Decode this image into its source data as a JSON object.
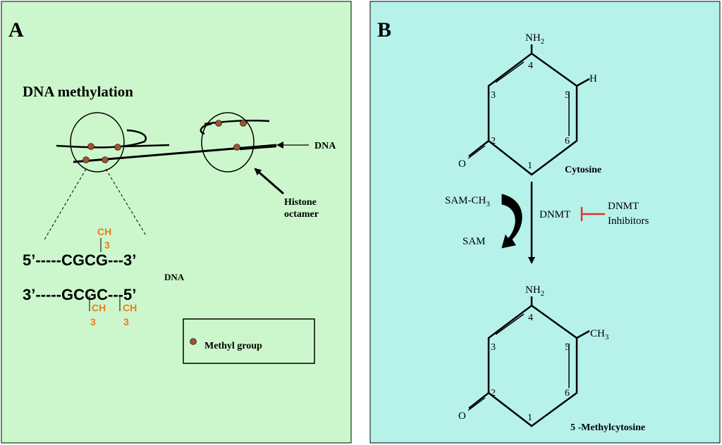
{
  "colors": {
    "panel_a_bg": "#ccf7cc",
    "panel_b_bg": "#b6f2ea",
    "ink": "#000000",
    "methyl_label": "#f07a1a",
    "methyl_dot": "#a0522d",
    "inhibition": "#e03030"
  },
  "panel_a": {
    "letter": "A",
    "title": "DNA methylation",
    "dna_label": "DNA",
    "histone_label_1": "Histone",
    "histone_label_2": "octamer",
    "top_strand": {
      "five": "5’",
      "dashes": "-----",
      "seq": "CGCG",
      "tail": "---3’"
    },
    "bottom_strand": {
      "three": "3’",
      "dashes": "-----",
      "seq": "GCGC",
      "tail": "---5’"
    },
    "side_dna": "DNA",
    "methyl_ch": "CH",
    "methyl_sub": "3",
    "legend": {
      "icon": "circle-dot",
      "label": "Methyl group"
    }
  },
  "panel_b": {
    "letter": "B",
    "cytosine": {
      "nh2_main": "NH",
      "nh2_sub": "2",
      "h": "H",
      "o": "O",
      "positions": [
        "4",
        "3",
        "5",
        "2",
        "6",
        "1"
      ],
      "name": "Cytosine"
    },
    "methylcytosine": {
      "nh2_main": "NH",
      "nh2_sub": "2",
      "ch3_main": "CH",
      "ch3_sub": "3",
      "o": "O",
      "positions": [
        "4",
        "3",
        "5",
        "2",
        "6",
        "1"
      ],
      "name": "5 -Methylcytosine"
    },
    "sam_ch3_main": "SAM-CH",
    "sam_ch3_sub": "3",
    "sam": "SAM",
    "dnmt": "DNMT",
    "inhibitors_1": "DNMT",
    "inhibitors_2": "Inhibitors"
  }
}
